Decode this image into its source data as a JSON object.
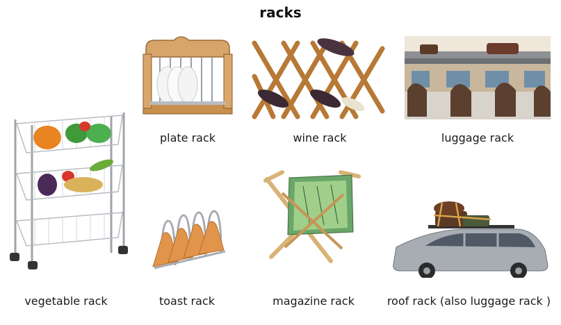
{
  "title": "racks",
  "items": [
    {
      "id": "plate_rack",
      "label": "plate rack"
    },
    {
      "id": "wine_rack",
      "label": "wine rack"
    },
    {
      "id": "luggage_rack",
      "label": "luggage rack"
    },
    {
      "id": "vegetable_rack",
      "label": "vegetable rack"
    },
    {
      "id": "toast_rack",
      "label": "toast rack"
    },
    {
      "id": "magazine_rack",
      "label": "magazine rack"
    },
    {
      "id": "roof_rack",
      "label": "roof rack  (also luggage rack )"
    }
  ],
  "colors": {
    "wood": "#c98f4f",
    "wood_dark": "#8b5a2b",
    "metal": "#b8bcc2",
    "background": "#ffffff"
  }
}
